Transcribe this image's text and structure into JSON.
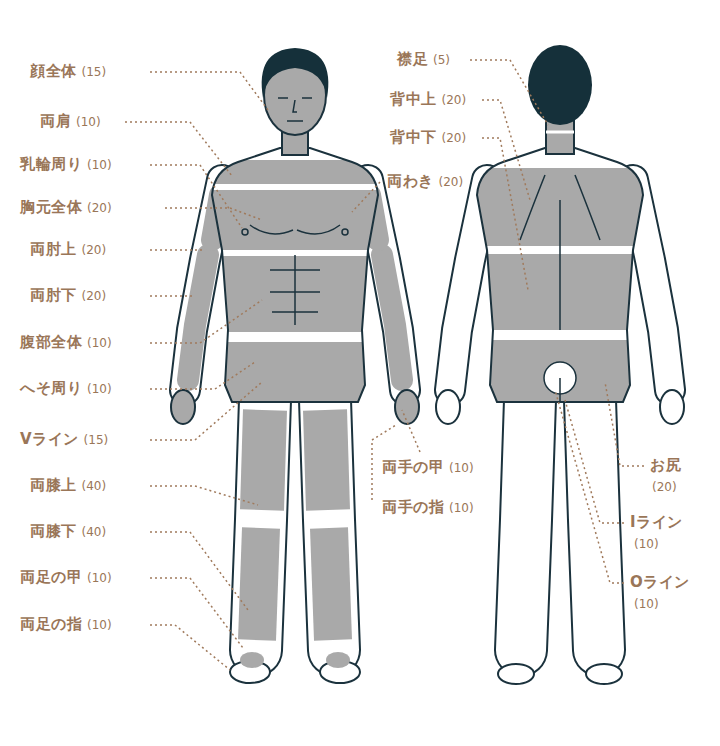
{
  "diagram": {
    "labels": [
      "顔全体",
      "(15)",
      "両肩",
      "(10)",
      "乳輪周り",
      "(10)",
      "胸元全体",
      "(20)",
      "両肘上",
      "(20)",
      "両肘下",
      "(20)",
      "腹部全体",
      "(10)",
      "へそ周り",
      "(10)",
      "Vライン",
      "(15)",
      "両膝上",
      "(40)",
      "両膝下",
      "(40)",
      "両足の甲",
      "(10)",
      "両足の指",
      "(10)",
      "襟足",
      "(5)",
      "背中上",
      "(20)",
      "背中下",
      "(20)",
      "両わき",
      "(20)",
      "両手の甲",
      "(10)",
      "両手の指",
      "(10)",
      "お尻",
      "(20)",
      "Iライン",
      "(10)",
      "Oライン",
      "(10)"
    ]
  }
}
